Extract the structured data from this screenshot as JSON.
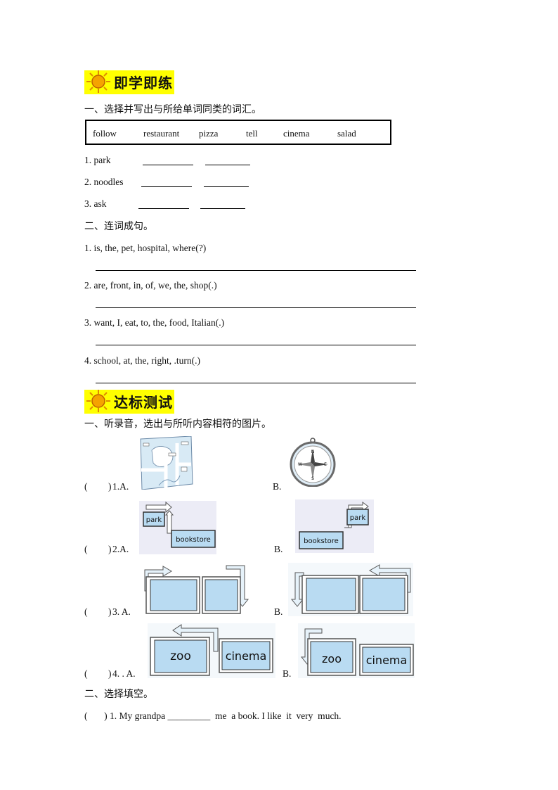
{
  "section1": {
    "title": "即学即练",
    "q1": {
      "instruction": "一、选择并写出与所给单词同类的词汇。",
      "word_bank": [
        "follow",
        "restaurant",
        "pizza",
        "tell",
        "cinema",
        "salad"
      ],
      "items": [
        "1. park",
        "2. noodles",
        "3. ask"
      ]
    },
    "q2": {
      "instruction": "二、连词成句。",
      "items": [
        "1. is, the, pet, hospital,  where(?)",
        "2. are, front, in, of, we, the, shop(.)",
        "3. want, I, eat, to, the, food, Italian(.)",
        "4. school, at, the, right,  .turn(.)"
      ]
    }
  },
  "section2": {
    "title": "达标测试",
    "q1": {
      "instruction": "一、听录音，选出与所听内容相符的图片。",
      "items": [
        {
          "paren": "(",
          "paren_close": ")",
          "label": "1.A.",
          "b": "B."
        },
        {
          "paren": "(",
          "paren_close": ")",
          "label": "2.A.",
          "b": "B."
        },
        {
          "paren": "(",
          "paren_close": ")",
          "label": "3. A.",
          "b": "B."
        },
        {
          "paren": "(",
          "paren_close": ")",
          "label": "4. . A.",
          "b": "B."
        }
      ],
      "pic_labels": {
        "park": "park",
        "bookstore": "bookstore",
        "zoo": "zoo",
        "cinema": "cinema",
        "compass": [
          "N",
          "E",
          "S",
          "W"
        ]
      }
    },
    "q2": {
      "instruction": "二、选择填空。",
      "item1": "(       ) 1. My grandpa _________  me  a book. I like  it  very  much."
    }
  },
  "colors": {
    "highlight": "#ffff00",
    "sun": "#f5a300",
    "panel": "#cfe8f7",
    "arrow_border": "#555555"
  }
}
